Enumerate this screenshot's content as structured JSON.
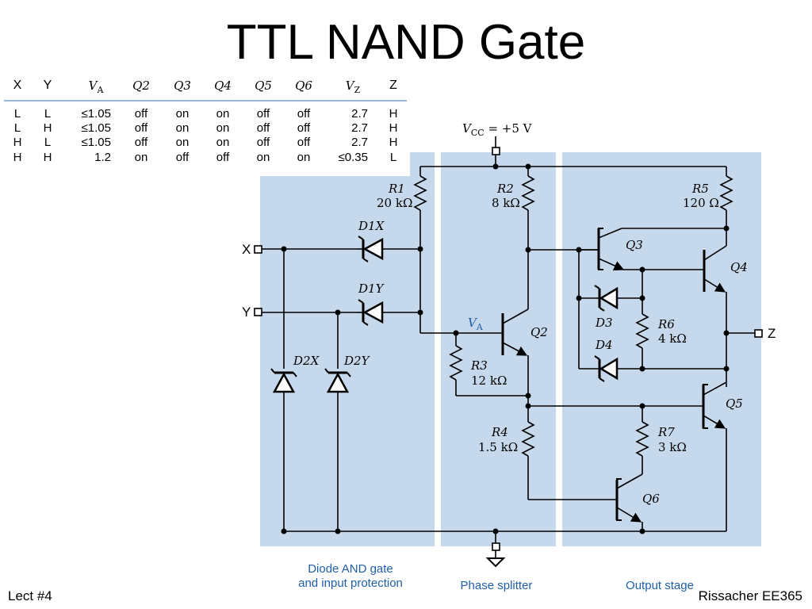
{
  "slide": {
    "title": "TTL NAND Gate",
    "footer_left": "Lect #4",
    "footer_right": "Rissacher EE365"
  },
  "table": {
    "headers": [
      "X",
      "Y",
      "V_A",
      "Q2",
      "Q3",
      "Q4",
      "Q5",
      "Q6",
      "V_Z",
      "Z"
    ],
    "header_display": {
      "va_main": "V",
      "va_sub": "A",
      "vz_main": "V",
      "vz_sub": "Z"
    },
    "rows": [
      [
        "L",
        "L",
        "≤1.05",
        "off",
        "on",
        "on",
        "off",
        "off",
        "2.7",
        "H"
      ],
      [
        "L",
        "H",
        "≤1.05",
        "off",
        "on",
        "on",
        "off",
        "off",
        "2.7",
        "H"
      ],
      [
        "H",
        "L",
        "≤1.05",
        "off",
        "on",
        "on",
        "off",
        "off",
        "2.7",
        "H"
      ],
      [
        "H",
        "H",
        "1.2",
        "on",
        "off",
        "off",
        "on",
        "on",
        "≤0.35",
        "L"
      ]
    ]
  },
  "circuit": {
    "supply": {
      "main": "V",
      "sub": "CC",
      "rest": " = +5 V"
    },
    "inputs": {
      "x": "X",
      "y": "Y"
    },
    "output": "Z",
    "node_va": {
      "main": "V",
      "sub": "A"
    },
    "components": {
      "r1": {
        "name": "R1",
        "value": "20 kΩ"
      },
      "r2": {
        "name": "R2",
        "value": "8 kΩ"
      },
      "r3": {
        "name": "R3",
        "value": "12 kΩ"
      },
      "r4": {
        "name": "R4",
        "value": "1.5 kΩ"
      },
      "r5": {
        "name": "R5",
        "value": "120 Ω"
      },
      "r6": {
        "name": "R6",
        "value": "4 kΩ"
      },
      "r7": {
        "name": "R7",
        "value": "3 kΩ"
      },
      "d1x": "D1X",
      "d1y": "D1Y",
      "d2x": "D2X",
      "d2y": "D2Y",
      "d3": "D3",
      "d4": "D4",
      "q2": "Q2",
      "q3": "Q3",
      "q4": "Q4",
      "q5": "Q5",
      "q6": "Q6"
    },
    "sections": {
      "input": [
        "Diode AND gate",
        "and input protection"
      ],
      "splitter": [
        "Phase splitter"
      ],
      "output": [
        "Output stage"
      ]
    },
    "colors": {
      "panel": "#c6d9ec",
      "label": "#1f5fa8",
      "wire": "#000000"
    }
  }
}
